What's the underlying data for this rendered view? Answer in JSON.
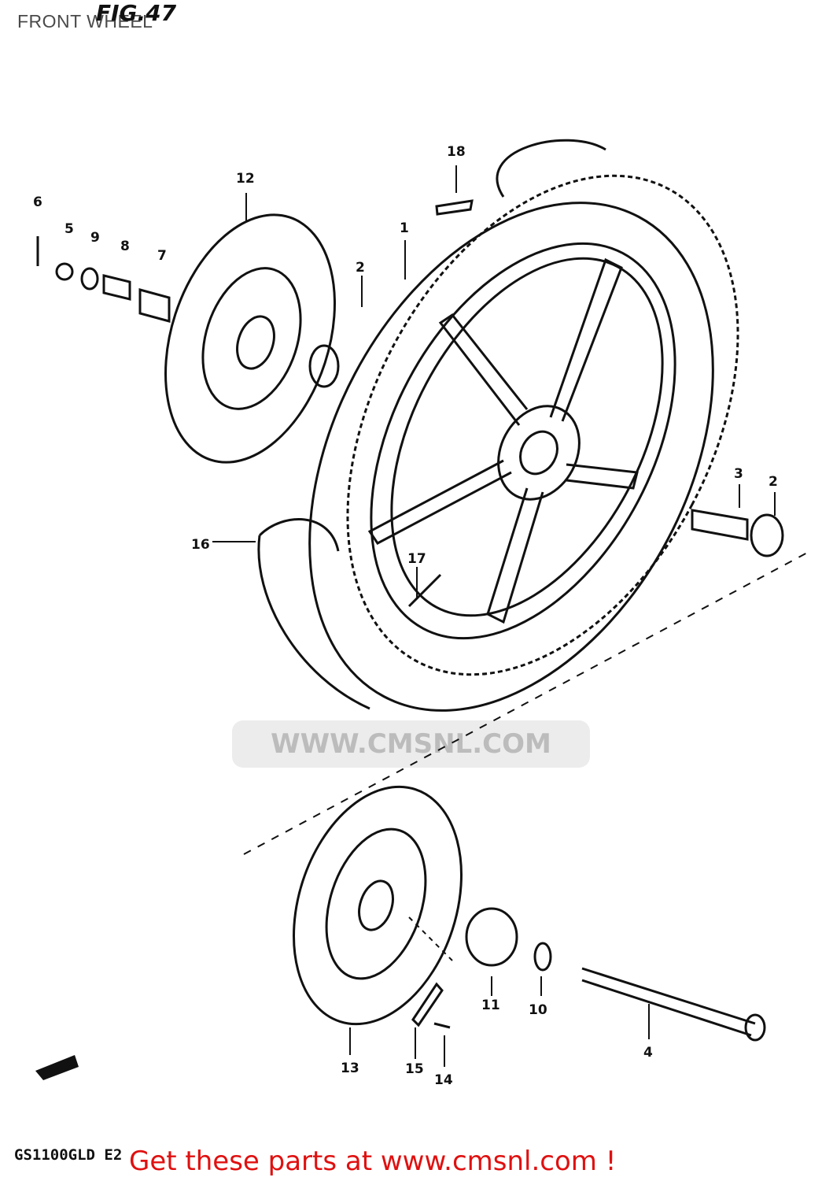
{
  "title": "FRONT WHEEL",
  "figure": "FIG.47",
  "model_code": "GS1100GLD E2",
  "promo": "Get these parts at www.cmsnl.com !",
  "watermark": "WWW.CMSNL.COM",
  "callouts": [
    {
      "id": "1",
      "part": "tire-wheel"
    },
    {
      "id": "2",
      "part": "bearing-left"
    },
    {
      "id": "2",
      "part": "bearing-right"
    },
    {
      "id": "3",
      "part": "spacer"
    },
    {
      "id": "4",
      "part": "axle"
    },
    {
      "id": "5",
      "part": "nut"
    },
    {
      "id": "6",
      "part": "bolt"
    },
    {
      "id": "7",
      "part": "collar"
    },
    {
      "id": "8",
      "part": "spacer"
    },
    {
      "id": "9",
      "part": "washer"
    },
    {
      "id": "10",
      "part": "washer"
    },
    {
      "id": "11",
      "part": "collar"
    },
    {
      "id": "12",
      "part": "brake-disc-left"
    },
    {
      "id": "13",
      "part": "brake-disc-right"
    },
    {
      "id": "14",
      "part": "bolt"
    },
    {
      "id": "15",
      "part": "lock-washer"
    },
    {
      "id": "16",
      "part": "tube"
    },
    {
      "id": "17",
      "part": "valve"
    },
    {
      "id": "18",
      "part": "rim-band"
    }
  ],
  "colors": {
    "line": "#111111",
    "promo": "#e01010",
    "title": "#4a4a4a"
  }
}
